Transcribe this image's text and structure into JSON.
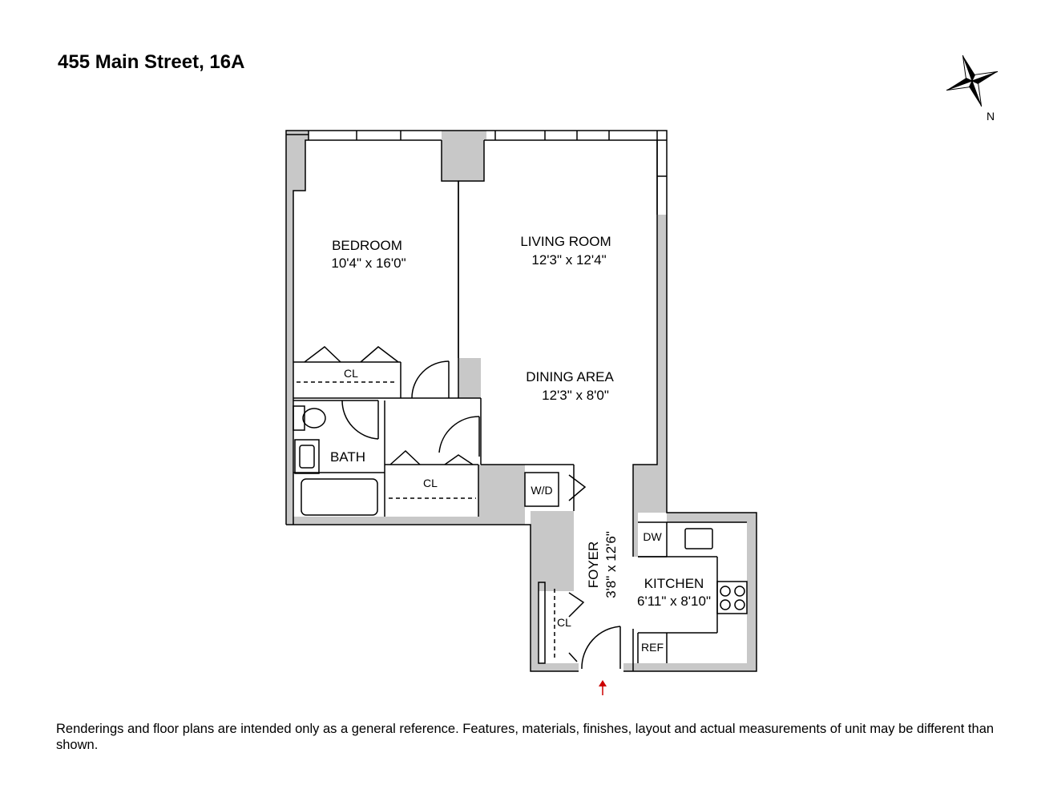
{
  "listing": {
    "title": "455 Main Street, 16A",
    "disclaimer": "Renderings and floor plans are intended only as a general reference. Features, materials, finishes, layout and actual measurements of unit may be different than shown."
  },
  "compass": {
    "label": "N"
  },
  "rooms": {
    "bedroom": {
      "name": "BEDROOM",
      "size": "10'4\" x 16'0\""
    },
    "living": {
      "name": "LIVING ROOM",
      "size": "12'3\" x 12'4\""
    },
    "dining": {
      "name": "DINING AREA",
      "size": "12'3\" x 8'0\""
    },
    "bath": {
      "name": "BATH"
    },
    "kitchen": {
      "name": "KITCHEN",
      "size": "6'11\" x 8'10\""
    },
    "foyer": {
      "name": "FOYER",
      "size": "3'8\" x 12'6\""
    }
  },
  "fixtures": {
    "closet": "CL",
    "washer_dryer": "W/D",
    "dishwasher": "DW",
    "refrigerator": "REF"
  },
  "colors": {
    "wall": "#c8c8c8",
    "entry_arrow": "#cc0000"
  }
}
